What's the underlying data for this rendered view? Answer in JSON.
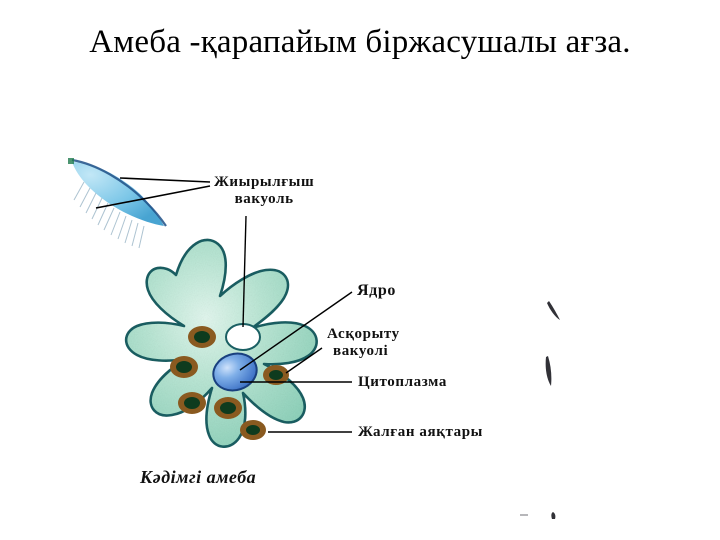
{
  "slide": {
    "title": "Амеба -қарапайым біржасушалы ағза.",
    "background_color": "#ffffff"
  },
  "figure": {
    "caption": "Кәдімгі амеба",
    "labels": {
      "contractile_vacuole_line1": "Жиырылғыш",
      "contractile_vacuole_line2": "вакуоль",
      "nucleus": "Ядро",
      "digestive_vacuole_line1": "Асқорыту",
      "digestive_vacuole_line2": "вакуолі",
      "cytoplasm": "Цитоплазма",
      "pseudopods": "Жалған аяқтары"
    },
    "colors": {
      "body_fill": "#a9ddc9",
      "body_fill_light": "#d4f0e4",
      "body_outline": "#1a5f63",
      "nucleus": "#4a7fd4",
      "nucleus_light": "#8fb8ee",
      "vacuole_white": "#ffffff",
      "food_vacuole_ring": "#8a5a20",
      "food_vacuole_core": "#0e3b1e",
      "leader_line": "#000000",
      "feather_blue": "#7ec8e8"
    }
  }
}
